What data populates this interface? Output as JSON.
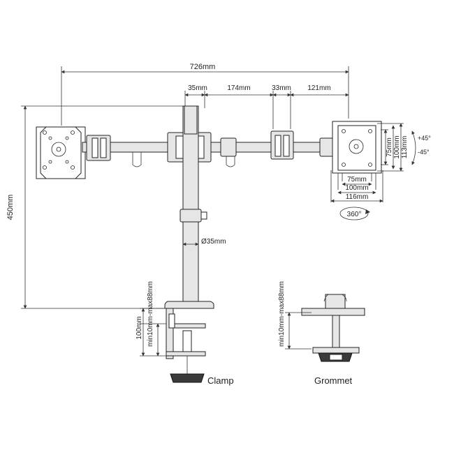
{
  "dimensions": {
    "overall_width": "726mm",
    "pole_diameter_top": "35mm",
    "arm_segment": "174mm",
    "joint_width": "33mm",
    "arm_end": "121mm",
    "vesa_75_vertical": "75mm",
    "vesa_100_vertical": "100mm",
    "plate_height": "113mm",
    "vesa_75_horizontal": "75mm",
    "vesa_100_horizontal": "100mm",
    "plate_width": "116mm",
    "height": "450mm",
    "pole_diameter": "Ø35mm",
    "clamp_range": "min10mm-max88mm",
    "clamp_depth": "100mm",
    "grommet_range": "min10mm-max88mm"
  },
  "tilt": {
    "up": "+45°",
    "down": "-45°"
  },
  "rotation": "360°",
  "labels": {
    "clamp": "Clamp",
    "grommet": "Grommet"
  },
  "colors": {
    "line": "#222222",
    "metal": "#e6e6e6",
    "base": "#3a3a3a"
  }
}
